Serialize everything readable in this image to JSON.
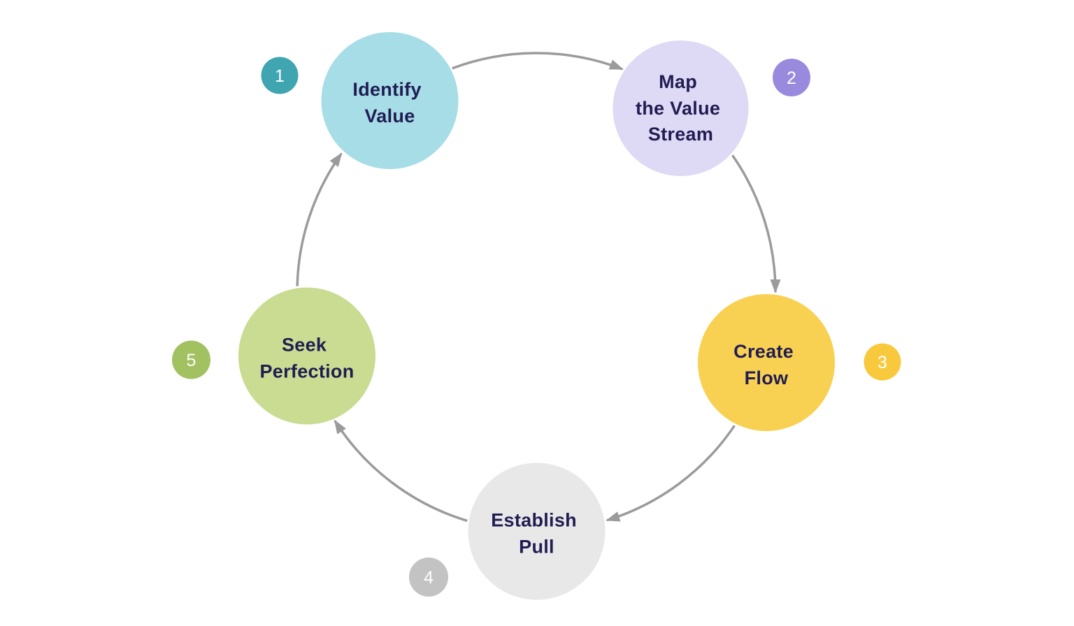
{
  "diagram": {
    "background_color": "#ffffff",
    "arrow_color": "#9b9b9b",
    "label_color": "#211d53",
    "badge_text_color": "#ffffff",
    "steps": [
      {
        "number": "1",
        "label": "Identify Value",
        "lines": [
          "Identify",
          "Value"
        ],
        "circle_color": "#a6dde7",
        "badge_color": "#3fa5b1"
      },
      {
        "number": "2",
        "label": "Map the Value Stream",
        "lines": [
          "Map",
          "the Value",
          "Stream"
        ],
        "circle_color": "#ded9f4",
        "badge_color": "#9a8ade"
      },
      {
        "number": "3",
        "label": "Create Flow",
        "lines": [
          "Create",
          "Flow"
        ],
        "circle_color": "#f8d152",
        "badge_color": "#f8c93d"
      },
      {
        "number": "4",
        "label": "Establish Pull",
        "lines": [
          "Establish",
          "Pull"
        ],
        "circle_color": "#e8e8e8",
        "badge_color": "#c3c3c3"
      },
      {
        "number": "5",
        "label": "Seek Perfection",
        "lines": [
          "Seek",
          "Perfection"
        ],
        "circle_color": "#c9dc92",
        "badge_color": "#a2c161"
      }
    ]
  }
}
